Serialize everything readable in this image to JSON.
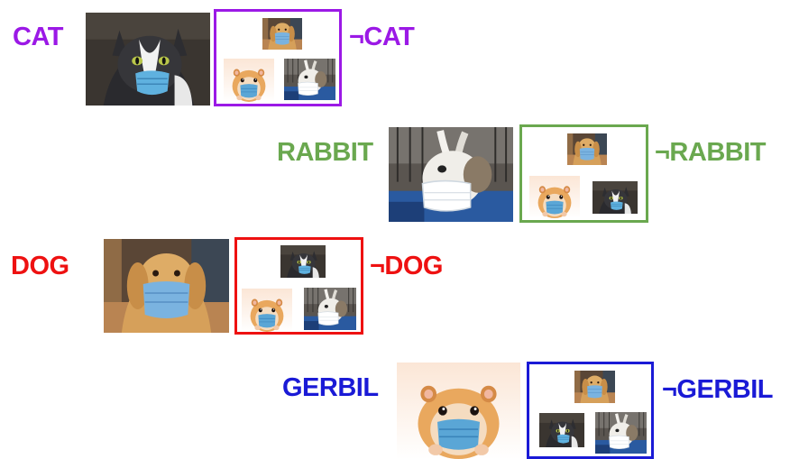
{
  "colors": {
    "cat": "#9b19e6",
    "rabbit": "#6aa84f",
    "dog": "#ee1111",
    "gerbil": "#1a1ad6"
  },
  "rows": [
    {
      "label": "CAT",
      "neg_label": "¬CAT",
      "photo": "cat-in-mask",
      "neg_thumbs": [
        "dog-in-mask",
        "hamster-in-mask",
        "rabbit-in-mask"
      ]
    },
    {
      "label": "RABBIT",
      "neg_label": "¬RABBIT",
      "photo": "rabbit-in-mask",
      "neg_thumbs": [
        "dog-in-mask",
        "hamster-in-mask",
        "cat-in-mask"
      ]
    },
    {
      "label": "DOG",
      "neg_label": "¬DOG",
      "photo": "dog-in-mask",
      "neg_thumbs": [
        "cat-in-mask",
        "hamster-in-mask",
        "rabbit-in-mask"
      ]
    },
    {
      "label": "GERBIL",
      "neg_label": "¬GERBIL",
      "photo": "hamster-in-mask",
      "neg_thumbs": [
        "dog-in-mask",
        "cat-in-mask",
        "rabbit-in-mask"
      ]
    }
  ]
}
